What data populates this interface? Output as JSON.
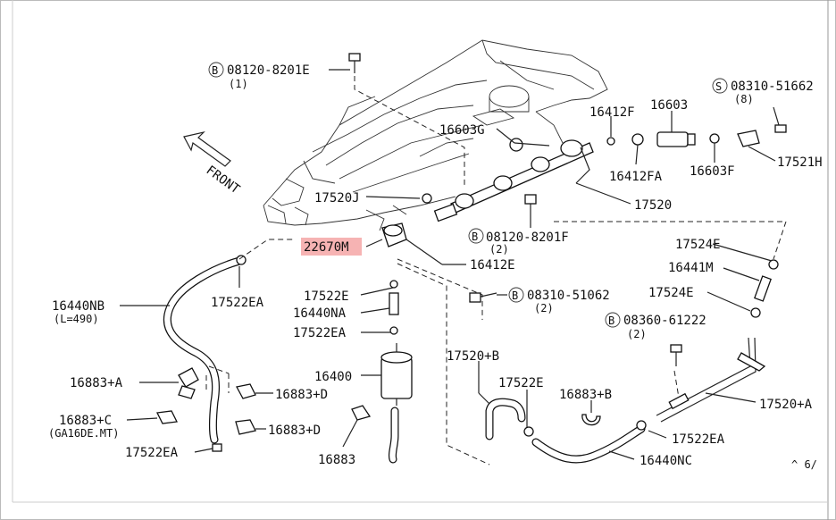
{
  "labels": {
    "front": "FRONT",
    "bolt_a": "08120-8201E",
    "bolt_a_qty": "(1)",
    "screw_s": "08310-51662",
    "screw_s_qty": "(8)",
    "p16412F": "16412F",
    "p16603": "16603",
    "p16603G": "16603G",
    "p16412FA": "16412FA",
    "p16603F": "16603F",
    "p17521H": "17521H",
    "p17520J": "17520J",
    "p17520": "17520",
    "p22670M": "22670M",
    "bolt_b": "08120-8201F",
    "bolt_b_qty": "(2)",
    "p16412E": "16412E",
    "p17524E_a": "17524E",
    "p16441M": "16441M",
    "p17524E_b": "17524E",
    "screw_c": "08310-51062",
    "screw_c_qty": "(2)",
    "bolt_d": "08360-61222",
    "bolt_d_qty": "(2)",
    "p16440NB": "16440NB",
    "p16440NB_len": "(L=490)",
    "p17522EA_a": "17522EA",
    "p17522E_a": "17522E",
    "p16440NA": "16440NA",
    "p17522EA_b": "17522EA",
    "p16400": "16400",
    "p16883A": "16883+A",
    "p16883D_a": "16883+D",
    "p16883C": "16883+C",
    "p16883C_note": "(GA16DE.MT)",
    "p16883D_b": "16883+D",
    "p17522EA_c": "17522EA",
    "p16883": "16883",
    "p17520B": "17520+B",
    "p17522E_b": "17522E",
    "p16883B": "16883+B",
    "p16440NC": "16440NC",
    "p17522EA_d": "17522EA",
    "p17520A": "17520+A",
    "code_b": "B",
    "code_s": "S",
    "page_ref": "^ 6/"
  },
  "colors": {
    "highlight": "#f6b3b3",
    "ink": "#111111"
  }
}
